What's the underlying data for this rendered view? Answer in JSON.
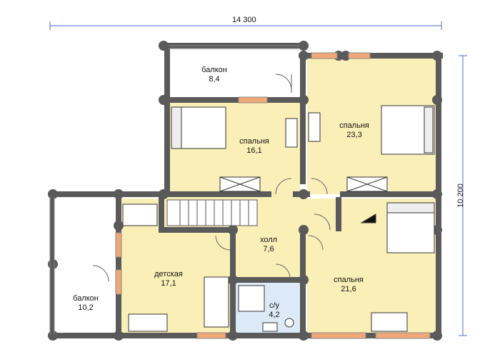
{
  "dimensions": {
    "width": "14 300",
    "height": "10 200"
  },
  "rooms": [
    {
      "key": "balcony_top",
      "name": "балкон",
      "area": "8,4"
    },
    {
      "key": "bedroom_left",
      "name": "спальня",
      "area": "16,1"
    },
    {
      "key": "bedroom_right",
      "name": "спальня",
      "area": "23,3"
    },
    {
      "key": "hall",
      "name": "холл",
      "area": "7,6"
    },
    {
      "key": "nursery",
      "name": "детская",
      "area": "17,1"
    },
    {
      "key": "balcony_left",
      "name": "балкон",
      "area": "10,2"
    },
    {
      "key": "bathroom",
      "name": "с/у",
      "area": "4,2"
    },
    {
      "key": "bedroom_bottom",
      "name": "спальня",
      "area": "21,6"
    }
  ],
  "colors": {
    "wall": "#5a5a5a",
    "room_fill": "#fbefb8",
    "bath_fill": "#dbeaf6",
    "balcony_fill": "#ffffff",
    "window_accent": "#f0a878",
    "dimension_line": "#4a6fd6"
  }
}
